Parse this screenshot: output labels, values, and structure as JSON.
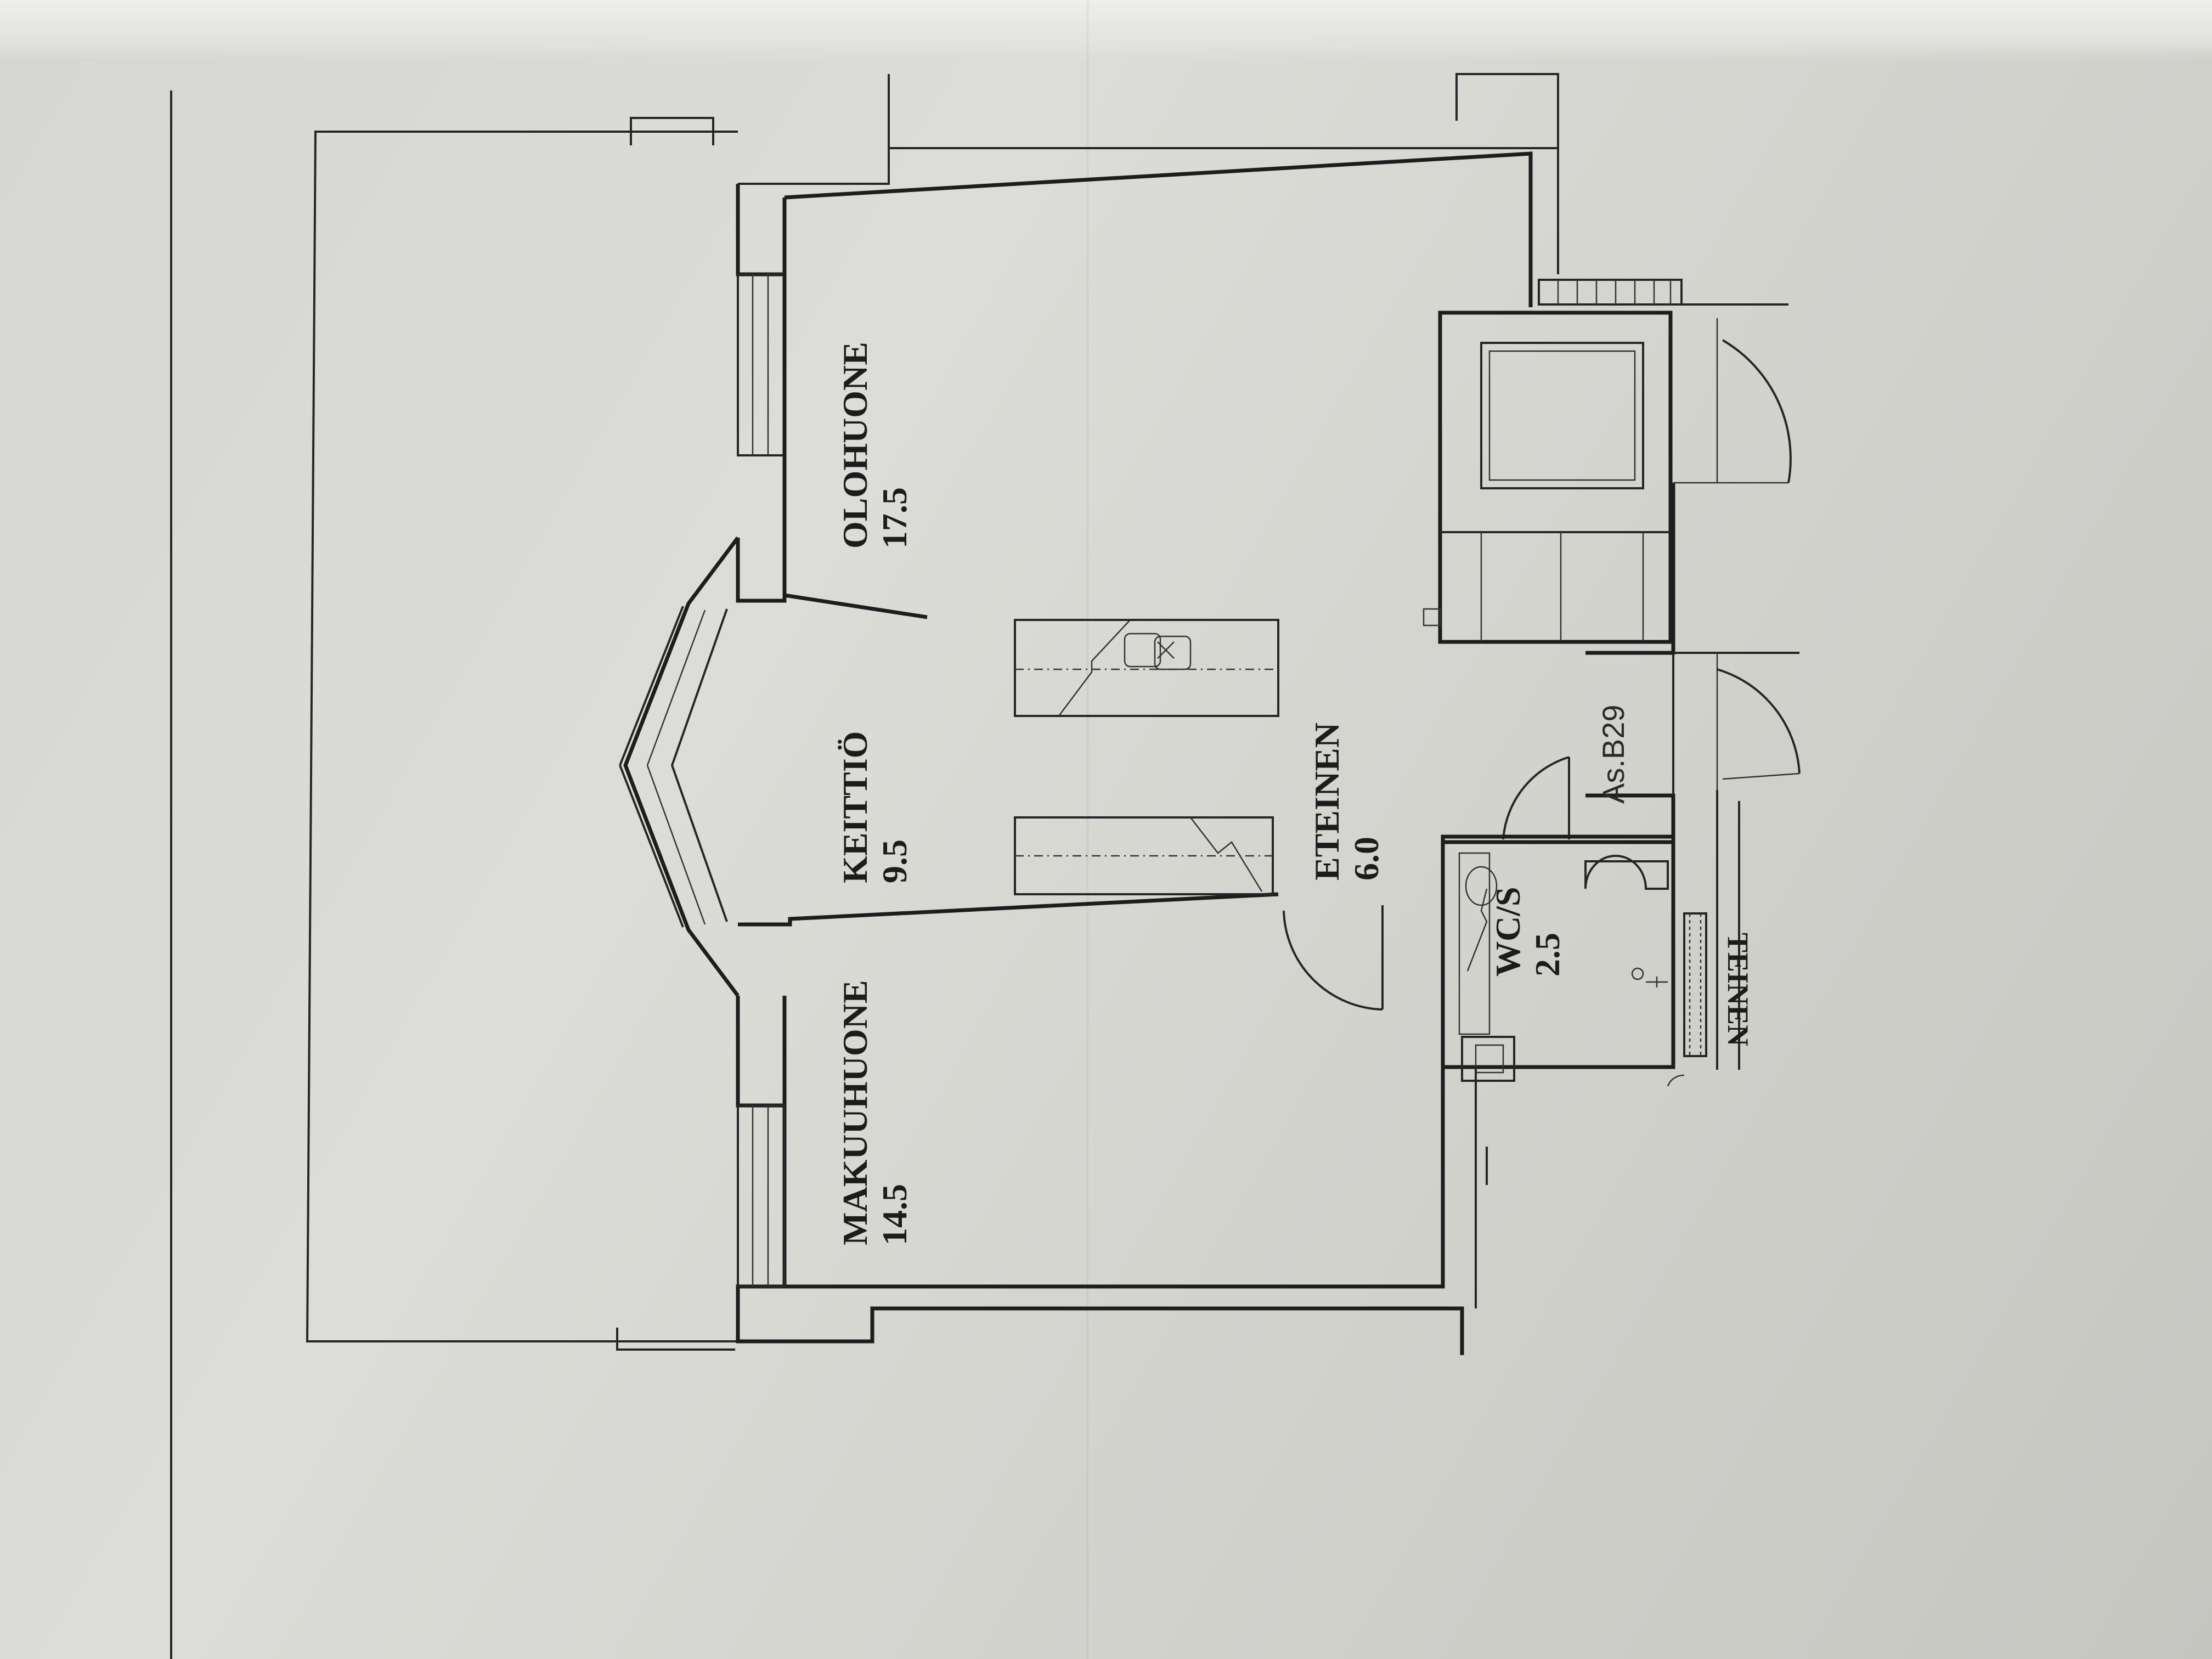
{
  "rooms": {
    "olohuone": {
      "name": "OLOHUONE",
      "area": "17.5"
    },
    "keittio": {
      "name": "KEITTIÖ",
      "area": "9.5"
    },
    "makuuhuone": {
      "name": "MAKUUHUONE",
      "area": "14.5"
    },
    "eteinen": {
      "name": "ETEINEN",
      "area": "6.0"
    },
    "wcs": {
      "name": "WC/S",
      "area": "2.5"
    }
  },
  "apartment": {
    "label": "As.B29"
  },
  "corridor": {
    "partial_label": "TEINEN"
  },
  "colors": {
    "paper": "#d9d9d5",
    "ink": "#1d1d1d"
  }
}
